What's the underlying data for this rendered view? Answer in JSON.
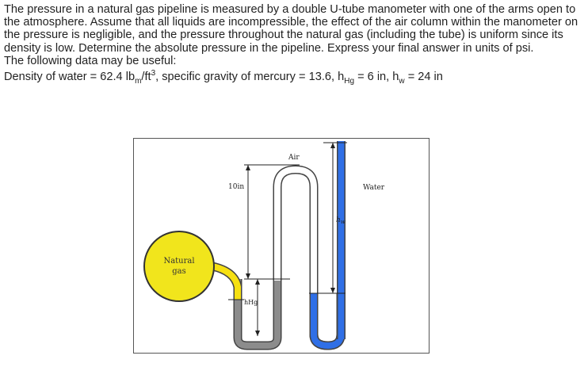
{
  "problem": {
    "paragraph": "The pressure in a natural gas pipeline is measured by a double U-tube manometer with one of the arms open to the atmosphere. Assume that all liquids are incompressible, the effect of the air column within the manometer on the pressure is negligible, and the pressure throughout the natural gas (including the tube) is uniform since its density is low. Determine the absolute pressure in the pipeline. Express your final answer in units of psi.",
    "data_intro": "The following data may be useful:",
    "data_line": {
      "density_prefix": "Density of water = 62.4 lb",
      "density_sub": "m",
      "density_unit_mid": "/ft",
      "density_sup": "3",
      "sg_text": ", specific gravity of mercury = 13.6, h",
      "hg_sub": "Hg",
      "hg_value": " = 6 in, h",
      "hw_sub": "w",
      "hw_value": " = 24 in"
    }
  },
  "figure": {
    "labels": {
      "air": "Air",
      "ten_in": "10in",
      "water": "Water",
      "natural": "Natural",
      "gas": "gas",
      "h": "h",
      "w_sub": "w",
      "h_hg": "hHg"
    },
    "colors": {
      "gas_bulb": "#f1e51c",
      "gas_tube": "#f6e012",
      "mercury": "#8c8c8c",
      "water": "#2f6fe6",
      "tube_outline": "#444444",
      "frame": "#555555"
    }
  }
}
